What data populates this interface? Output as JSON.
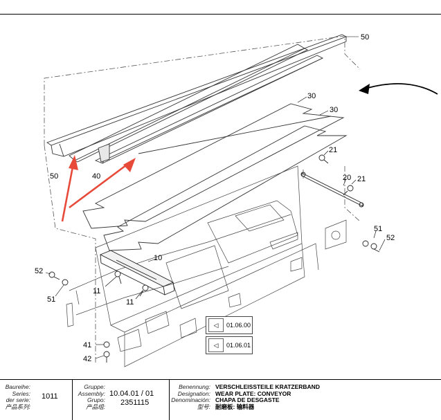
{
  "callouts": {
    "c10": "10",
    "c11": "11",
    "c20": "20",
    "c21": "21",
    "c30": "30",
    "c40": "40",
    "c41": "41",
    "c42": "42",
    "c50": "50",
    "c51": "51",
    "c52": "52"
  },
  "references": [
    "01.06.00",
    "01.06.01"
  ],
  "title_block": {
    "series_labels": [
      "Baureihe:",
      "Series:",
      "der serie:",
      "产品系列:"
    ],
    "series_value": "1011",
    "group_labels": [
      "Gruppe:",
      "Assembly:",
      "Grupo:",
      "产品组:"
    ],
    "assembly_value": "10.04.01 / 01",
    "group_value": "2351115",
    "designation_labels": [
      "Benennung:",
      "Designation:",
      "Denominación:",
      "型号:"
    ],
    "designation_values": [
      "VERSCHLEISSTEILE KRATZERBAND",
      "WEAR PLATE: CONVEYOR",
      "CHAPA DE DESGASTE",
      "耐磨板: 输料器"
    ]
  },
  "colors": {
    "highlight_arrow": "#e84a3a",
    "line": "#333333"
  }
}
